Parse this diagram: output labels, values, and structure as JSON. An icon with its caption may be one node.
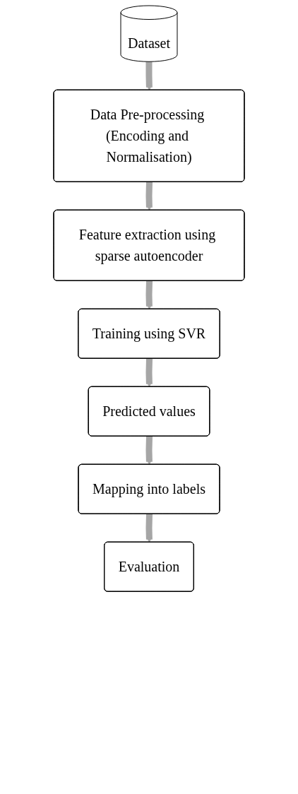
{
  "diagram": {
    "nodes": [
      {
        "text": [
          "Dataset"
        ]
      },
      {
        "text": [
          "Data Pre-processing (Encoding and Normalisation)"
        ]
      },
      {
        "text": [
          "Feature extraction using sparse autoencoder"
        ]
      },
      {
        "text": [
          "Training using SVR"
        ]
      },
      {
        "text": [
          "Predicted values"
        ]
      },
      {
        "text": [
          "Mapping into labels"
        ]
      },
      {
        "text": [
          "Evaluation"
        ]
      }
    ],
    "edges": [
      {
        "from": 0,
        "to": 1,
        "arrow": "to"
      },
      {
        "from": 1,
        "to": 2,
        "arrow": "to"
      },
      {
        "from": 2,
        "to": 3,
        "arrow": "to"
      },
      {
        "from": 3,
        "to": 4,
        "arrow": "to"
      },
      {
        "from": 4,
        "to": 5,
        "arrow": "to"
      },
      {
        "from": 5,
        "to": 6,
        "arrow": "to"
      }
    ]
  }
}
